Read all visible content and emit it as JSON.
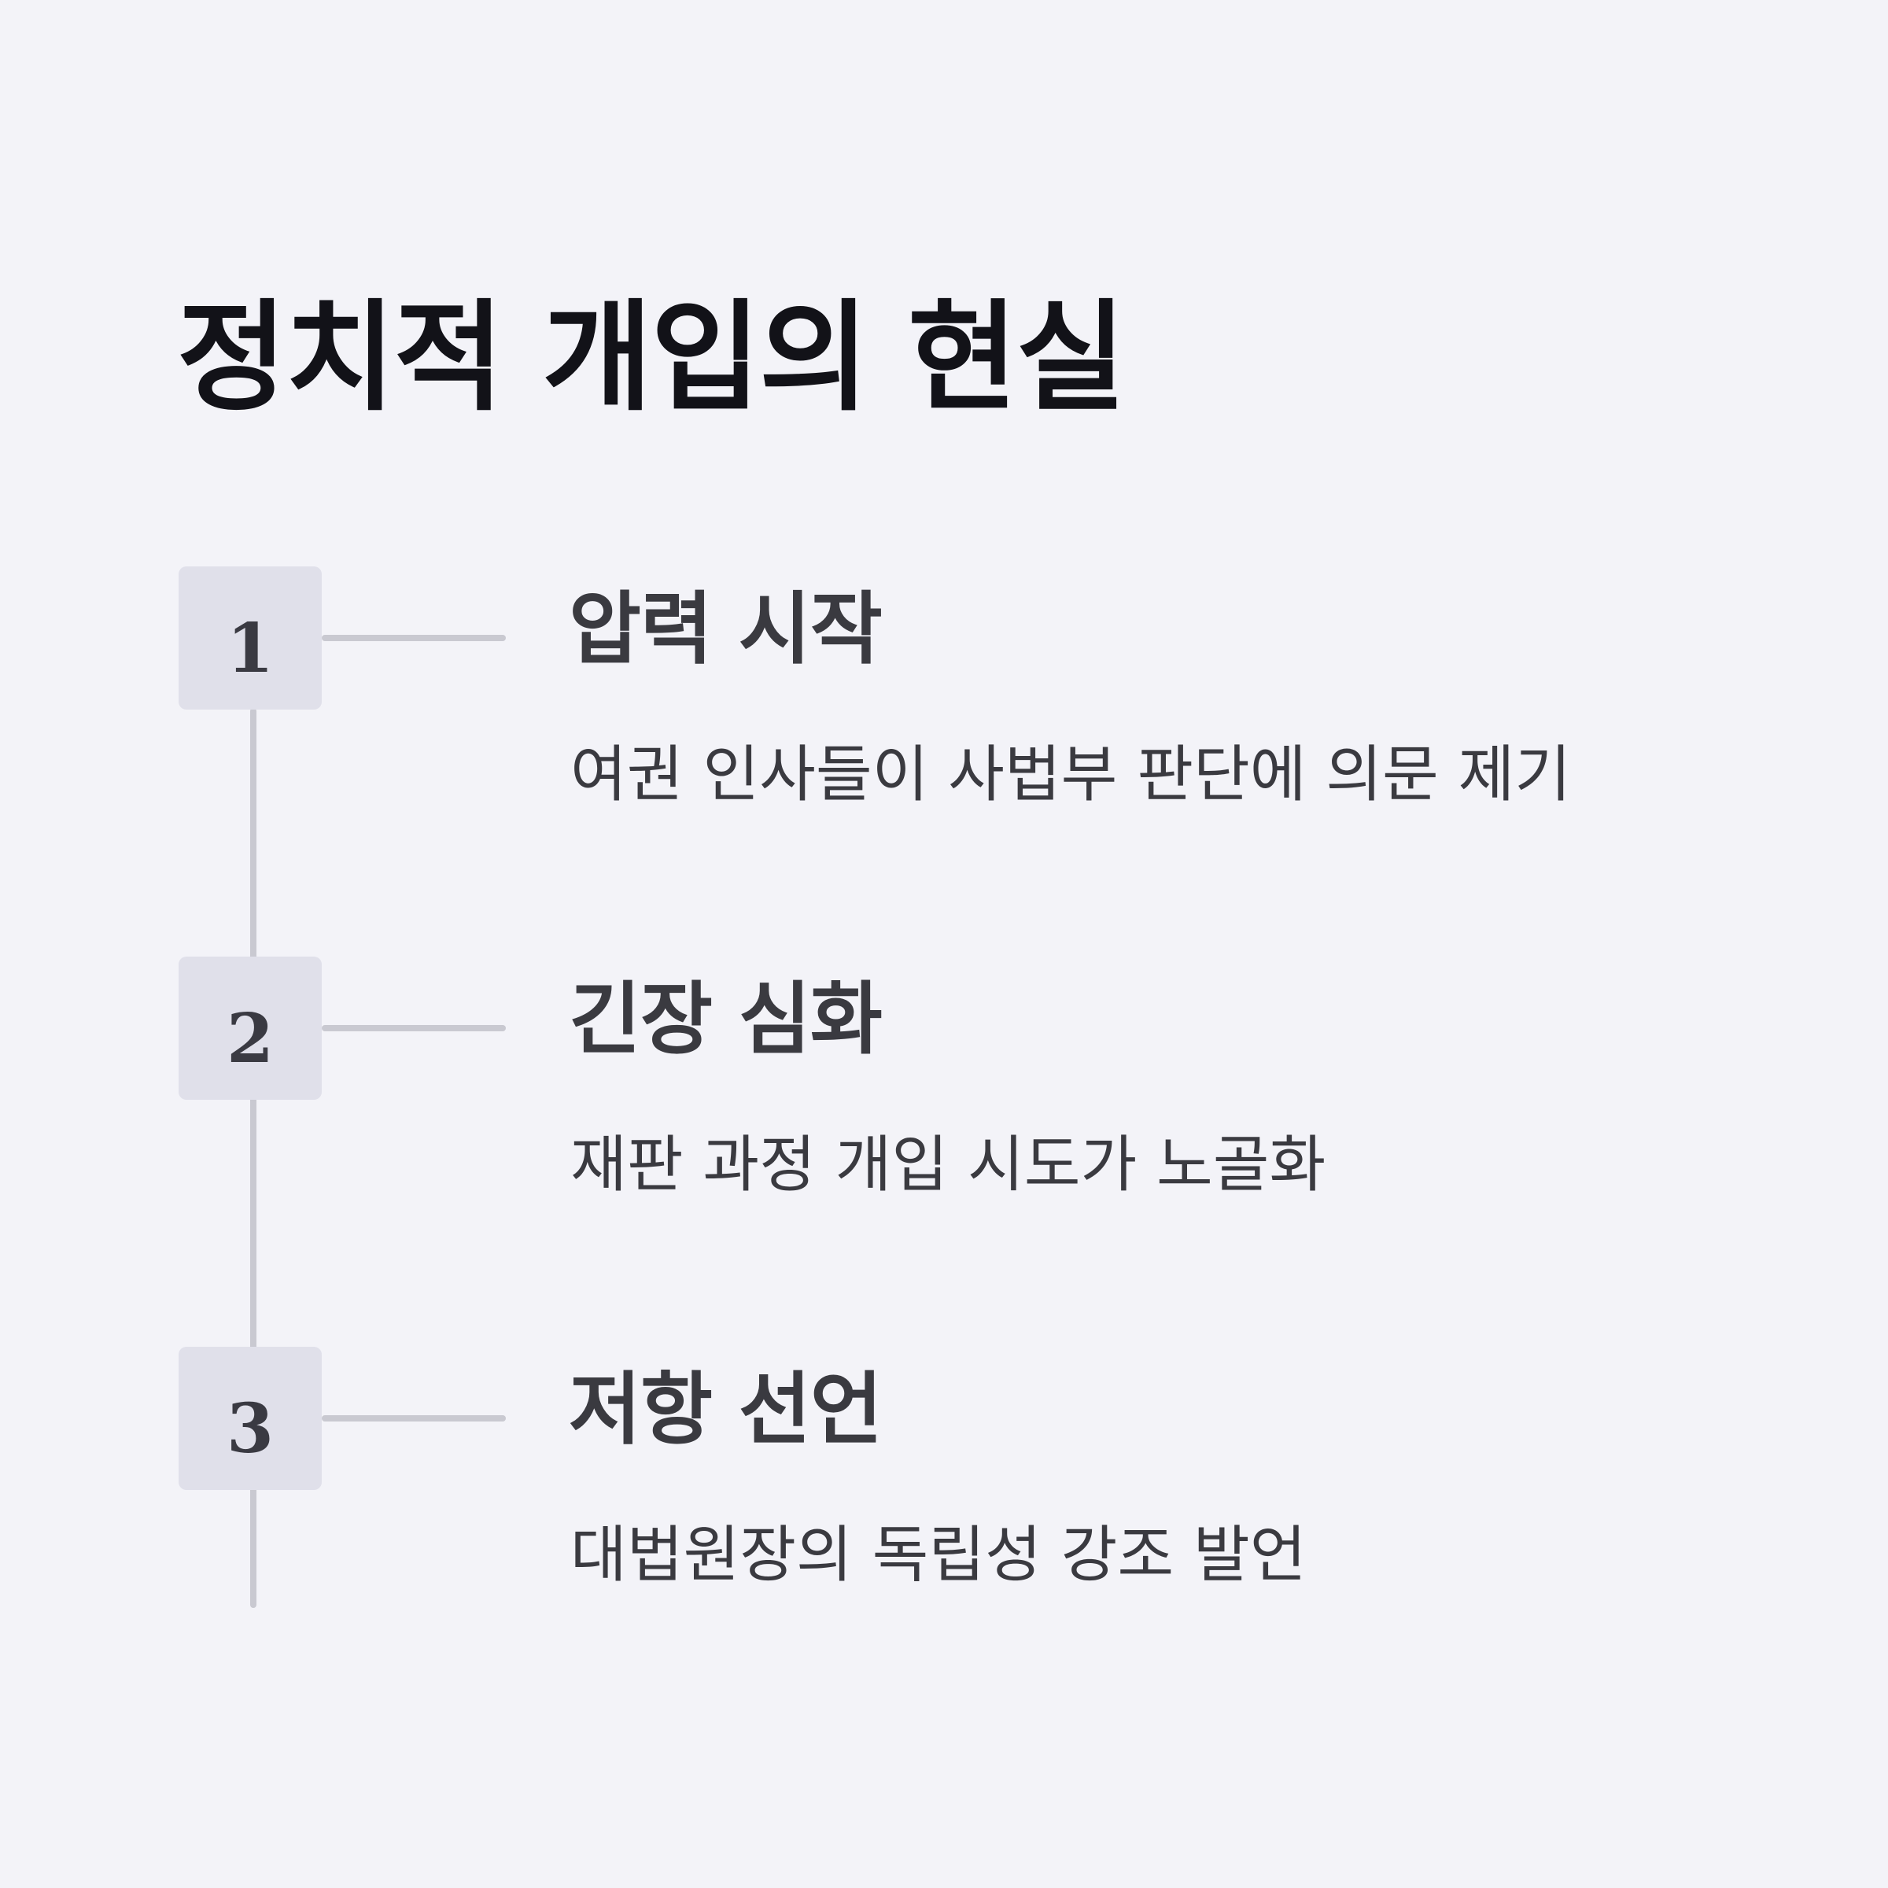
{
  "title": "정치적 개입의 현실",
  "steps": [
    {
      "number": "1",
      "title": "압력 시작",
      "description": "여권 인사들이 사법부 판단에 의문 제기"
    },
    {
      "number": "2",
      "title": "긴장 심화",
      "description": "재판 과정 개입 시도가 노골화"
    },
    {
      "number": "3",
      "title": "저항 선언",
      "description": "대법원장의 독립성 강조 발언"
    }
  ]
}
